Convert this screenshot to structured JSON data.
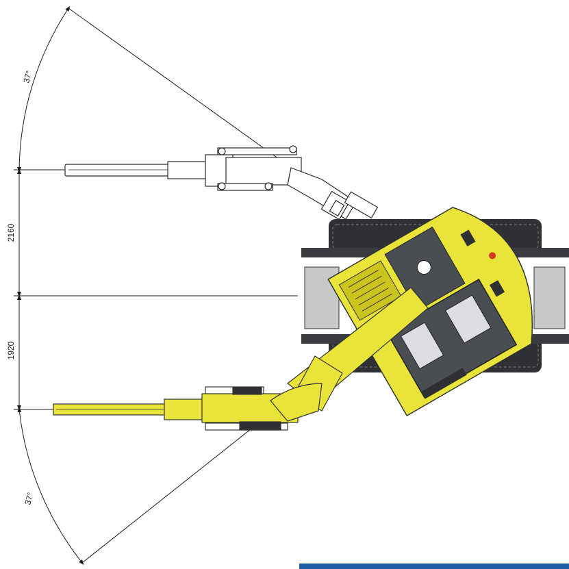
{
  "dimensions": {
    "upper_angle": "37°",
    "upper_offset": "2160",
    "lower_offset": "1920",
    "lower_angle": "37°"
  },
  "colors": {
    "machine_yellow": "#e8e43a",
    "yellow_shade": "#c9c41e",
    "cabin_dark": "#4a4d52",
    "track_dark": "#2f3033",
    "line": "#1a1a1a",
    "footer_bar": "#1f5fa8"
  },
  "parts": [
    "upper-boom-outline",
    "lower-boom-yellow",
    "machine-body",
    "crawler-tracks",
    "cabin"
  ]
}
